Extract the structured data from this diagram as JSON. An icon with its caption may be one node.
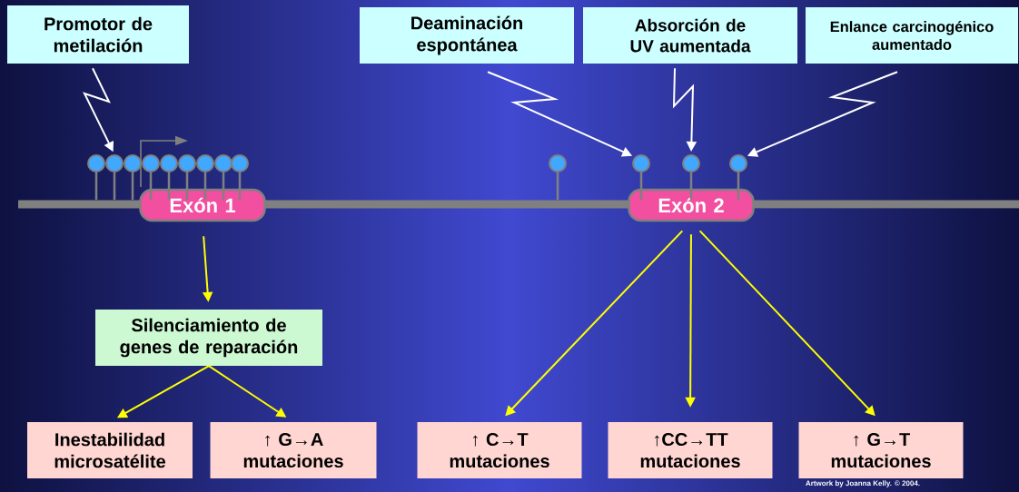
{
  "diagram": {
    "nodes": [
      {
        "text": [
          "Promotor de metilación"
        ]
      },
      {
        "text": [
          "Deaminación espontánea"
        ]
      },
      {
        "text": [
          "Absorción de UV aumentada"
        ]
      },
      {
        "text": [
          "Enlance carcinogénico aumentado"
        ]
      },
      {
        "text": [
          "Exón 1"
        ]
      },
      {
        "text": [
          "Exón 2"
        ]
      },
      {
        "text": [
          "Silenciamiento de genes de reparación"
        ]
      },
      {
        "text": [
          "Inestabilidad microsatélite"
        ]
      },
      {
        "text": [
          "↑ G→A mutaciones"
        ]
      },
      {
        "text": [
          "↑ C→T mutaciones"
        ]
      },
      {
        "text": [
          "↑CC→TT mutaciones"
        ]
      },
      {
        "text": [
          "↑ G→T mutaciones"
        ]
      },
      {
        "text": [],
        "shape": "circle"
      },
      {
        "text": [],
        "shape": "circle"
      },
      {
        "text": [],
        "shape": "circle"
      },
      {
        "text": [],
        "shape": "circle"
      },
      {
        "text": [],
        "shape": "circle"
      },
      {
        "text": [],
        "shape": "circle"
      },
      {
        "text": [],
        "shape": "circle"
      },
      {
        "text": [],
        "shape": "circle"
      },
      {
        "text": [],
        "shape": "circle"
      },
      {
        "text": [],
        "shape": "circle"
      },
      {
        "text": [],
        "shape": "circle"
      },
      {
        "text": [],
        "shape": "circle"
      },
      {
        "text": [],
        "shape": "circle"
      }
    ],
    "edges": [
      {
        "from": 0,
        "to": 13,
        "arrow": "to",
        "color": "#ffffff"
      },
      {
        "from": 1,
        "to": 22,
        "arrow": "to",
        "color": "#ffffff"
      },
      {
        "from": 2,
        "to": 23,
        "arrow": "to",
        "color": "#ffffff"
      },
      {
        "from": 3,
        "to": 24,
        "arrow": "to",
        "color": "#ffffff"
      },
      {
        "from": 4,
        "to": 6,
        "arrow": "to"
      },
      {
        "from": 6,
        "to": 7,
        "arrow": "to"
      },
      {
        "from": 6,
        "to": 8,
        "arrow": "to"
      },
      {
        "from": 5,
        "to": 9,
        "arrow": "to"
      },
      {
        "from": 5,
        "to": 10,
        "arrow": "to"
      },
      {
        "from": 5,
        "to": 11,
        "arrow": "to"
      }
    ],
    "labels": [
      "Artwork by Joanna Kelly. © 2004."
    ]
  }
}
